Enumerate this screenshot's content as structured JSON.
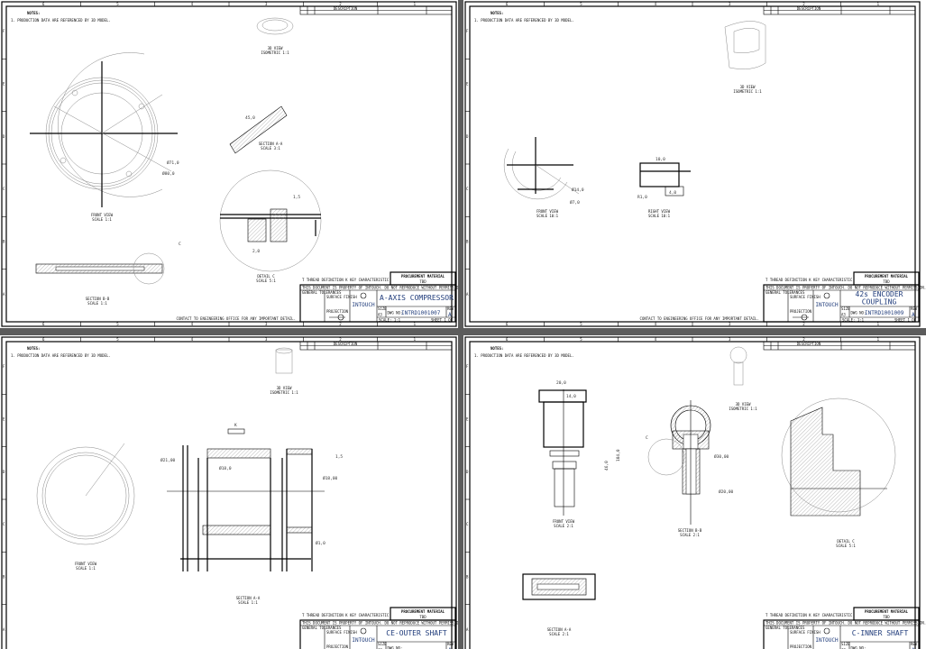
{
  "common": {
    "notes_heading": "NOTES:",
    "note_1": "1. PRODUCTION DATA ARE REFERENCED BY 3D MODEL.",
    "legend": "T THREAD DEFINITION  K KEY CHARACTERISTIC",
    "material_label": "PROCUREMENT MATERIAL",
    "material_value": "TBD",
    "disclaimer": "THIS DOCUMENT IS PROPERTY OF INTOUCH. DO NOT REPRODUCE WITHOUT PERMISSION.",
    "tolerance_label": "GENERAL TOLERANCES",
    "finish_label": "SURFACE FINISH",
    "projection_label": "PROJECTION",
    "company": "INTOUCH",
    "size_label": "SIZE",
    "size": "A3",
    "dwg_label": "DWG NO:",
    "rev_label": "REV",
    "rev": "A",
    "scale": "SCALE: 1:1",
    "sheet": "SHEET 1 OF 1",
    "contact_note": "CONTACT TO ENGINEERING OFFICE FOR ANY IMPORTANT DETAIL.",
    "revision_header": "DESCRIPTION",
    "zones": [
      "6",
      "5",
      "4",
      "3",
      "2",
      "1"
    ],
    "rows": [
      "F",
      "E",
      "D",
      "C",
      "B",
      "A"
    ]
  },
  "sheets": [
    {
      "title": "A-AXIS COMPRESSOR",
      "dwg_no": "INTRD1001007",
      "views": {
        "v3d": "3D VIEW",
        "v3d_scale": "ISOMETRIC 1:1",
        "front": "FRONT VIEW",
        "front_scale": "SCALE 1:1",
        "secA": "SECTION A-A",
        "secA_scale": "SCALE 3:1",
        "detC": "DETAIL C",
        "detC_scale": "SCALE 5:1",
        "secB": "SECTION B-B",
        "secB_scale": "SCALE 1:1"
      },
      "dims": [
        "Ø71,0",
        "Ø80,0",
        "45,0",
        "2,0",
        "1,5",
        "C"
      ]
    },
    {
      "title": "42s ENCODER COUPLING",
      "dwg_no": "INTRD1001009",
      "views": {
        "v3d": "3D VIEW",
        "v3d_scale": "ISOMETRIC 1:1",
        "front": "FRONT VIEW",
        "front_scale": "SCALE 10:1",
        "right": "RIGHT VIEW",
        "right_scale": "SCALE 10:1"
      },
      "dims": [
        "10,0",
        "R1,0",
        "4,0",
        "Ø14,0",
        "Ø7,0"
      ]
    },
    {
      "title": "CE-OUTER SHAFT",
      "views": {
        "v3d": "3D VIEW",
        "v3d_scale": "ISOMETRIC 1:1",
        "front": "FRONT VIEW",
        "front_scale": "SCALE 1:1",
        "secA": "SECTION A-A",
        "secA_scale": "SCALE 1:1"
      },
      "dims": [
        "Ø21,00",
        "Ø18,0",
        "Ø18,00",
        "Ø1,0",
        "1,5",
        "K"
      ]
    },
    {
      "title": "C-INNER SHAFT",
      "views": {
        "v3d": "3D VIEW",
        "v3d_scale": "ISOMETRIC 1:1",
        "front": "FRONT VIEW",
        "front_scale": "SCALE 2:1",
        "secB": "SECTION B-B",
        "secB_scale": "SCALE 2:1",
        "detC": "DETAIL C",
        "detC_scale": "SCALE 5:1",
        "secA": "SECTION A-A",
        "secA_scale": "SCALE 2:1"
      },
      "dims": [
        "20,0",
        "14,0",
        "Ø30,00",
        "Ø20,00",
        "46,0",
        "104,0",
        "C"
      ]
    }
  ]
}
